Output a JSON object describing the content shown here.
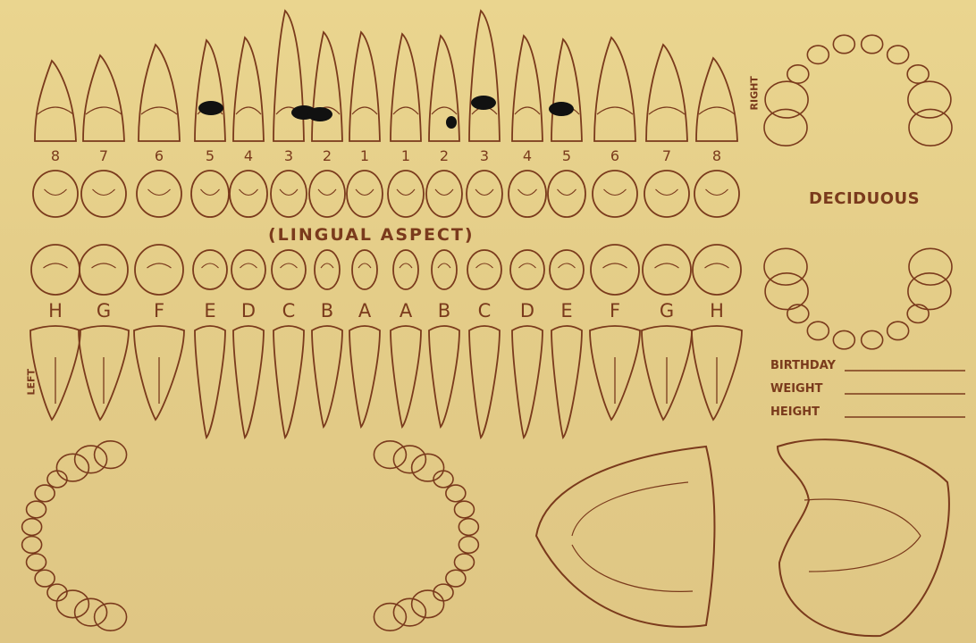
{
  "header": {
    "lingual_aspect": "(LINGUAL ASPECT)",
    "deciduous": "DECIDUOUS",
    "right": "RIGHT",
    "left": "LEFT"
  },
  "upper_numbers": [
    "8",
    "7",
    "6",
    "5",
    "4",
    "3",
    "2",
    "1",
    "1",
    "2",
    "3",
    "4",
    "5",
    "6",
    "7",
    "8"
  ],
  "lower_letters": [
    "H",
    "G",
    "F",
    "E",
    "D",
    "C",
    "B",
    "A",
    "A",
    "B",
    "C",
    "D",
    "E",
    "F",
    "G",
    "H"
  ],
  "fields": [
    {
      "label": "BIRTHDAY"
    },
    {
      "label": "WEIGHT"
    },
    {
      "label": "HEIGHT"
    }
  ],
  "colors": {
    "ink": "#7a3a1c",
    "paper": "#e6cf8f",
    "marking": "#111111"
  }
}
